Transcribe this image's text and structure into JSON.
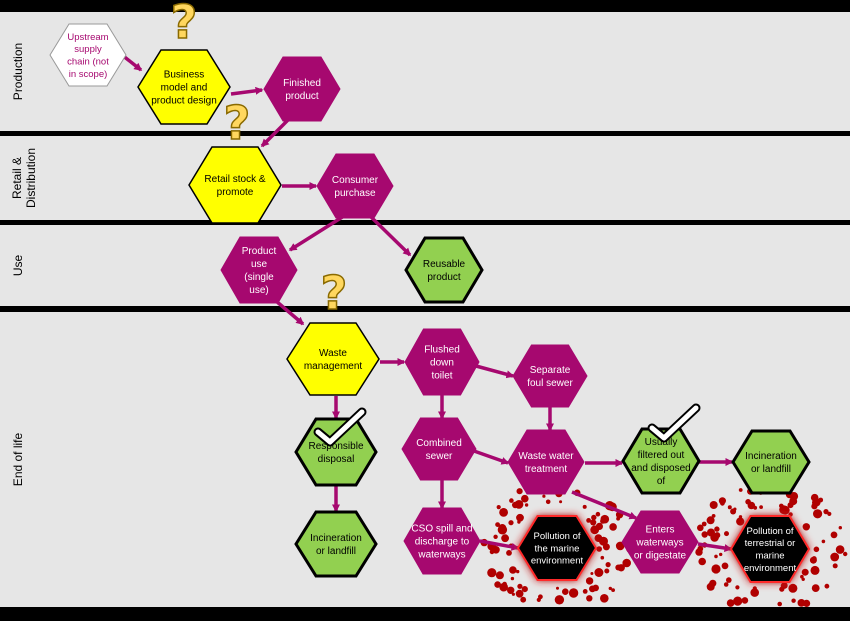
{
  "lanes": [
    {
      "label": "Production"
    },
    {
      "label": [
        "Retail &",
        "Distribution"
      ]
    },
    {
      "label": "Use"
    },
    {
      "label": "End of life"
    }
  ],
  "nodes": {
    "upstream": [
      "Upstream",
      "supply",
      "chain (not",
      "in scope)"
    ],
    "business_model": [
      "Business",
      "model and",
      "product design"
    ],
    "finished_product": [
      "Finished",
      "product"
    ],
    "retail_stock": [
      "Retail stock &",
      "promote"
    ],
    "consumer_purchase": [
      "Consumer",
      "purchase"
    ],
    "product_use": [
      "Product",
      "use",
      "(single",
      "use)"
    ],
    "reusable_product": [
      "Reusable",
      "product"
    ],
    "waste_management": [
      "Waste",
      "management"
    ],
    "flushed_toilet": [
      "Flushed",
      "down",
      "toilet"
    ],
    "separate_foul_sewer": [
      "Separate",
      "foul sewer"
    ],
    "responsible_disposal": [
      "Responsible",
      "disposal"
    ],
    "combined_sewer": [
      "Combined",
      "sewer"
    ],
    "waste_water_treatment": [
      "Waste water",
      "treatment"
    ],
    "filtered_out": [
      "Usually",
      "filtered out",
      "and disposed",
      "of"
    ],
    "incineration_1": [
      "Incineration",
      "or landfill"
    ],
    "incineration_2": [
      "Incineration",
      "or landfill"
    ],
    "cso_spill": [
      "CSO spill and",
      "discharge to",
      "waterways"
    ],
    "pollution_marine": [
      "Pollution of",
      "the marine",
      "environment"
    ],
    "enters_waterways": [
      "Enters",
      "waterways",
      "or digestate"
    ],
    "pollution_terrestrial": [
      "Pollution of",
      "terrestrial or",
      "marine",
      "environment"
    ]
  },
  "markers": {
    "question_mark": "?"
  },
  "colors": {
    "magenta": "#a6086f",
    "yellow": "#ffff00",
    "green": "#92d050",
    "black": "#000000",
    "lane_bg": "#e6e6e6",
    "separator": "#000000",
    "upstream_text": "#a6086f",
    "arrow": "#a6086f",
    "pollution_dot": "#b00000",
    "question_fill": "#ffd75e",
    "question_stroke": "#8a6a00"
  }
}
